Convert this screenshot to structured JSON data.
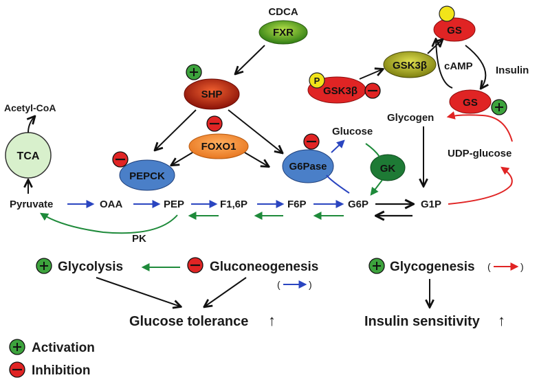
{
  "regulators": {
    "cdca": "CDCA",
    "fxr": "FXR",
    "shp": "SHP",
    "foxo1": "FOXO1",
    "pepck": "PEPCK",
    "g6pase": "G6Pase",
    "gk": "GK",
    "gsk3b_p": "GSK3β",
    "gsk3b": "GSK3β",
    "gs_top": "GS",
    "gs_mid": "GS",
    "p_badge": "P",
    "tca": "TCA"
  },
  "metabolites": {
    "acetyl_coa": "Acetyl-CoA",
    "pyruvate": "Pyruvate",
    "oaa": "OAA",
    "pep": "PEP",
    "f16p": "F1,6P",
    "f6p": "F6P",
    "g6p": "G6P",
    "g1p": "G1P",
    "glucose": "Glucose",
    "glycogen": "Glycogen",
    "udp_glucose": "UDP-glucose",
    "pk": "PK",
    "camp": "cAMP",
    "insulin": "Insulin"
  },
  "outcomes": {
    "glycolysis": "Glycolysis",
    "gluconeogenesis": "Gluconeogenesis",
    "glycogenesis": "Glycogenesis",
    "glucose_tolerance": "Glucose tolerance",
    "insulin_sensitivity": "Insulin sensitivity",
    "up_arrow": "↑"
  },
  "legend": {
    "activation": "Activation",
    "inhibition": "Inhibition"
  },
  "colors": {
    "fxr": "#4a9a1a",
    "shp": "#b02010",
    "foxo1": "#f08a2a",
    "enzyme_blue": "#4a7fc8",
    "gk": "#1e7a35",
    "gsk3b": "#a8a820",
    "gs_red": "#e02424",
    "tca": "#d8f0cc",
    "p_yellow": "#f2e41a",
    "activation": "#3da33d",
    "inhibition": "#e02424",
    "arrow_blue": "#2a45c0",
    "arrow_green": "#1e8a3a",
    "arrow_red": "#e02424",
    "arrow_black": "#111111"
  }
}
